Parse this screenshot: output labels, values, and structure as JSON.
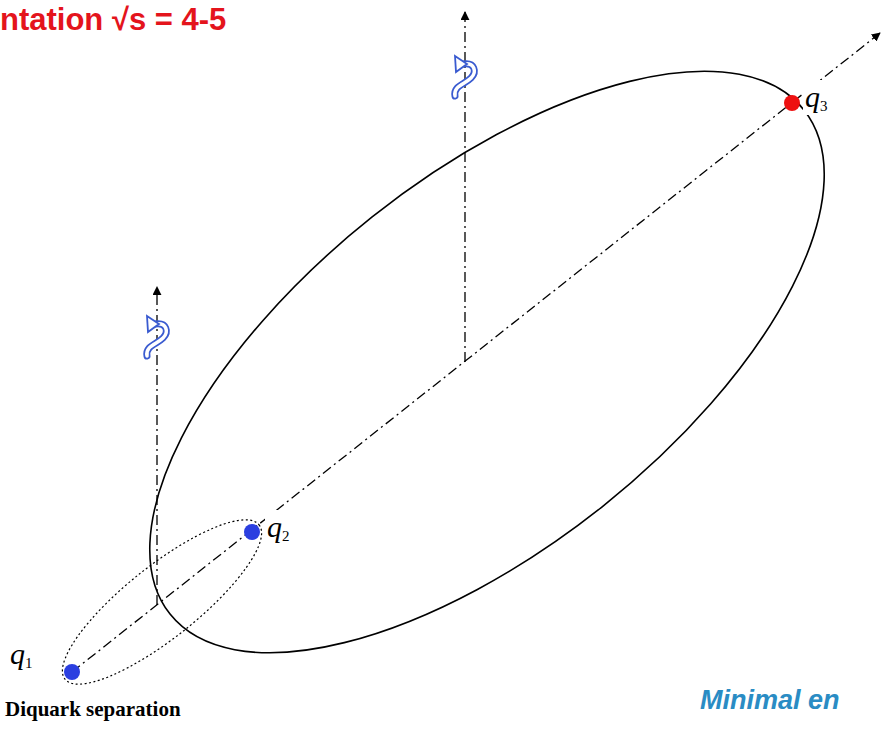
{
  "diagram": {
    "title": "ntation √s = 4-5",
    "labels": [
      "q3",
      "q2",
      "q1",
      "Diquark separation",
      "Minimal en"
    ]
  }
}
